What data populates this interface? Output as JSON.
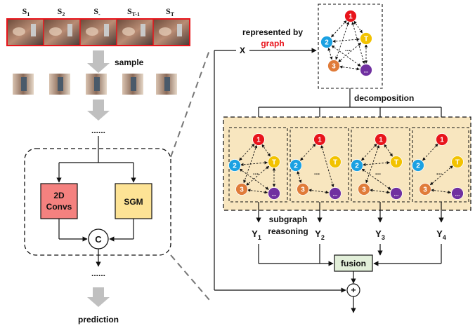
{
  "segments": [
    "S",
    "S",
    "S",
    "S",
    "S"
  ],
  "segment_subscripts": [
    "1",
    "2",
    "-",
    "T-1",
    "T"
  ],
  "sample_label": "sample",
  "dots": "......",
  "conv_label_1": "2D",
  "conv_label_2": "Convs",
  "sgm_label": "SGM",
  "concat_symbol": "C",
  "prediction_label": "prediction",
  "x_label": "X",
  "represented_label": "represented by",
  "graph_label": "graph",
  "decomposition_label": "decomposition",
  "subgraph_label_1": "subgraph",
  "subgraph_label_2": "reasoning",
  "outputs": [
    "Y",
    "Y",
    "Y",
    "Y"
  ],
  "output_subscripts": [
    "1",
    "2",
    "3",
    "4"
  ],
  "fusion_label": "fusion",
  "plus_symbol": "+",
  "node_labels": [
    "1",
    "2",
    "3",
    "T",
    "..."
  ],
  "graph_dots": "...",
  "colors": {
    "node1": "#e8141b",
    "node2": "#1ba1e2",
    "node3": "#e07b39",
    "nodeT": "#f2c200",
    "nodeEnd": "#7030a0",
    "conv_fill": "#f4817f",
    "sgm_fill": "#fde395",
    "subgraph_bg": "#f8e6bf",
    "fusion_fill": "#e2efd9",
    "frame_red": "#e8141b",
    "dashed_gray": "#777777"
  }
}
